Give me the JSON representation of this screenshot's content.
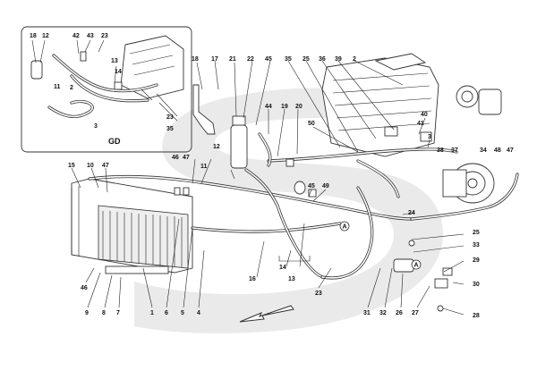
{
  "diagram": {
    "inset_label": "GD",
    "labels": [
      {
        "id": "l18a",
        "text": "18"
      },
      {
        "id": "l12a",
        "text": "12"
      },
      {
        "id": "l42",
        "text": "42"
      },
      {
        "id": "l43",
        "text": "43"
      },
      {
        "id": "l23a",
        "text": "23"
      },
      {
        "id": "l13a",
        "text": "13"
      },
      {
        "id": "l14a",
        "text": "14"
      },
      {
        "id": "l2a",
        "text": "2"
      },
      {
        "id": "l11a",
        "text": "11"
      },
      {
        "id": "l3a",
        "text": "3"
      },
      {
        "id": "l23b",
        "text": "23"
      },
      {
        "id": "l35a",
        "text": "35"
      },
      {
        "id": "l18b",
        "text": "18"
      },
      {
        "id": "l17",
        "text": "17"
      },
      {
        "id": "l21",
        "text": "21"
      },
      {
        "id": "l22",
        "text": "22"
      },
      {
        "id": "l45a",
        "text": "45"
      },
      {
        "id": "l35b",
        "text": "35"
      },
      {
        "id": "l25a",
        "text": "25"
      },
      {
        "id": "l36",
        "text": "36"
      },
      {
        "id": "l39",
        "text": "39"
      },
      {
        "id": "l2b",
        "text": "2"
      },
      {
        "id": "l44",
        "text": "44"
      },
      {
        "id": "l19",
        "text": "19"
      },
      {
        "id": "l20",
        "text": "20"
      },
      {
        "id": "l12b",
        "text": "12"
      },
      {
        "id": "l50",
        "text": "50"
      },
      {
        "id": "l40",
        "text": "40"
      },
      {
        "id": "l41",
        "text": "41"
      },
      {
        "id": "l3b",
        "text": "3"
      },
      {
        "id": "l38",
        "text": "38"
      },
      {
        "id": "l37",
        "text": "37"
      },
      {
        "id": "l34",
        "text": "34"
      },
      {
        "id": "l48",
        "text": "48"
      },
      {
        "id": "l47a",
        "text": "47"
      },
      {
        "id": "l46a",
        "text": "46"
      },
      {
        "id": "l47b",
        "text": "47"
      },
      {
        "id": "l11b",
        "text": "11"
      },
      {
        "id": "l15",
        "text": "15"
      },
      {
        "id": "l10",
        "text": "10"
      },
      {
        "id": "l47c",
        "text": "47"
      },
      {
        "id": "l45b",
        "text": "45"
      },
      {
        "id": "l49",
        "text": "49"
      },
      {
        "id": "l24",
        "text": "24"
      },
      {
        "id": "l25b",
        "text": "25"
      },
      {
        "id": "l33",
        "text": "33"
      },
      {
        "id": "l29",
        "text": "29"
      },
      {
        "id": "l30",
        "text": "30"
      },
      {
        "id": "l14b",
        "text": "14"
      },
      {
        "id": "l13b",
        "text": "13"
      },
      {
        "id": "l16",
        "text": "16"
      },
      {
        "id": "l23c",
        "text": "23"
      },
      {
        "id": "l46b",
        "text": "46"
      },
      {
        "id": "l9",
        "text": "9"
      },
      {
        "id": "l8",
        "text": "8"
      },
      {
        "id": "l7",
        "text": "7"
      },
      {
        "id": "l1",
        "text": "1"
      },
      {
        "id": "l6",
        "text": "6"
      },
      {
        "id": "l5",
        "text": "5"
      },
      {
        "id": "l4",
        "text": "4"
      },
      {
        "id": "l31",
        "text": "31"
      },
      {
        "id": "l32",
        "text": "32"
      },
      {
        "id": "l26",
        "text": "26"
      },
      {
        "id": "l27",
        "text": "27"
      },
      {
        "id": "l28",
        "text": "28"
      },
      {
        "id": "lAa",
        "text": "A"
      },
      {
        "id": "lAb",
        "text": "A"
      }
    ]
  }
}
